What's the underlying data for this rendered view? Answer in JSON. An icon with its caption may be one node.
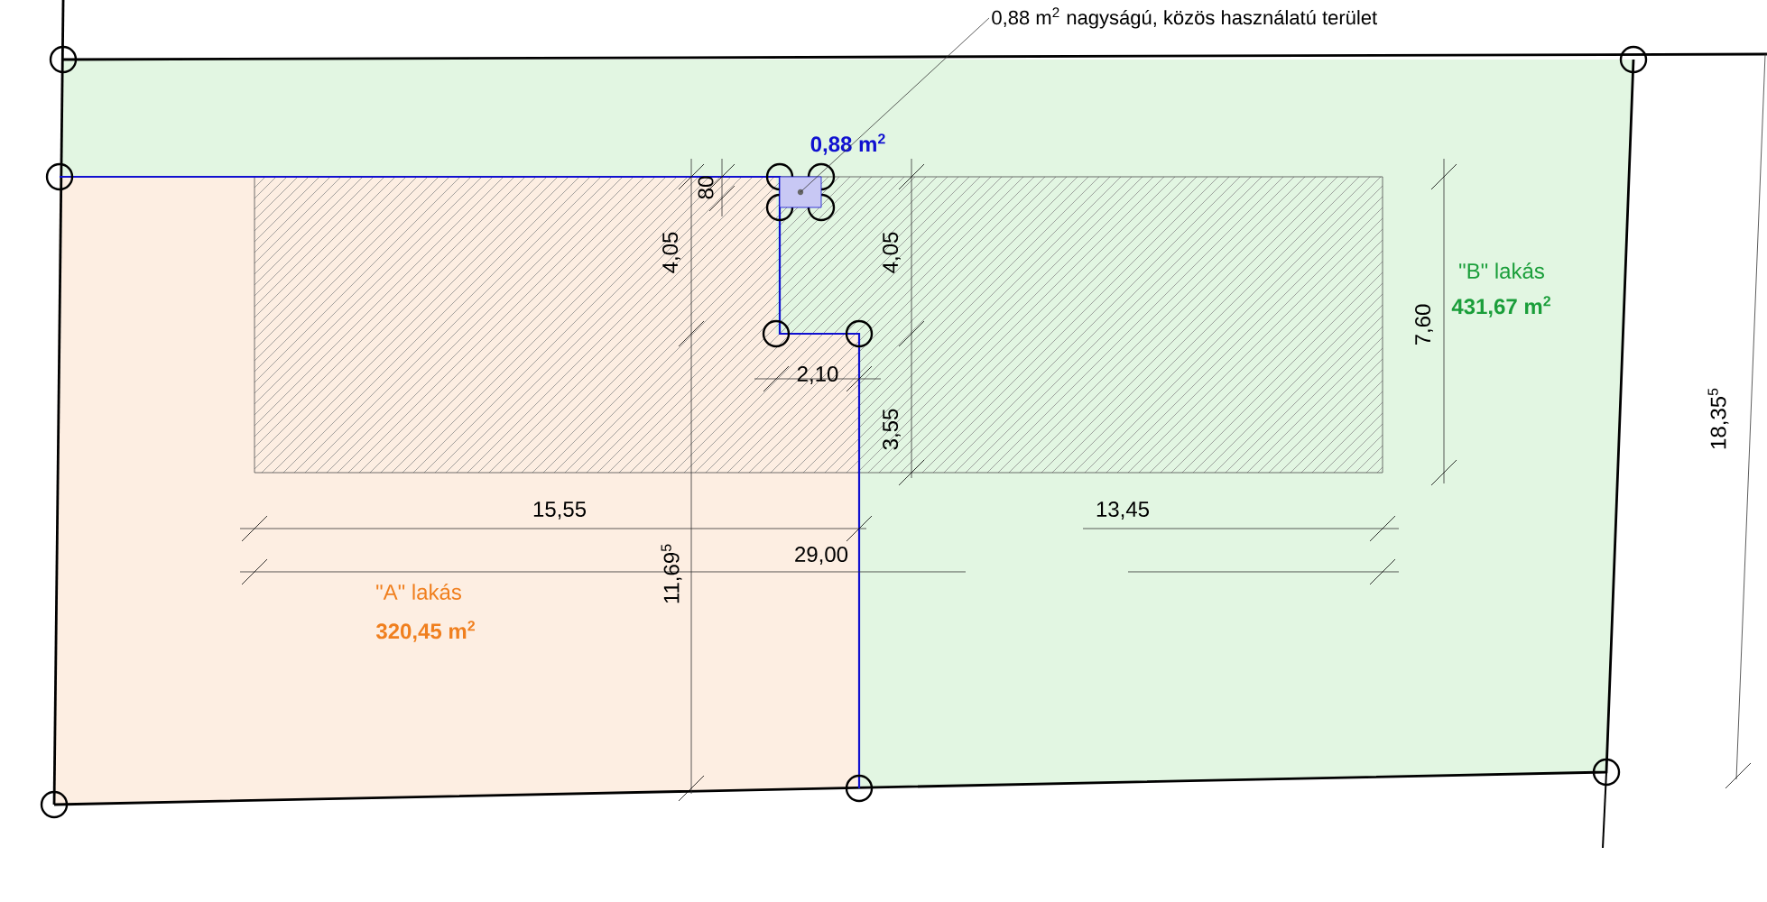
{
  "diagram": {
    "nodes": [
      {
        "text": [
          "0,88 m$^{2}$ nagyságú, közös használatú terület"
        ]
      },
      {
        "text": [],
        "shape": "box"
      }
    ],
    "edges": [
      {
        "from": 0,
        "to": 1,
        "arrow": "none"
      }
    ],
    "labels": [
      "0,88 m$^{2}$",
      "4,05",
      "80",
      "4,05",
      "\"B\" lakás",
      "431,67 m$^{2}$",
      "7,60",
      "2,10",
      "3,55",
      "18,35$^{5}$",
      "15,55",
      "13,45",
      "11,69$^{5}$",
      "29,00",
      "\"A\" lakás",
      "320,45 m$^{2}$"
    ]
  }
}
